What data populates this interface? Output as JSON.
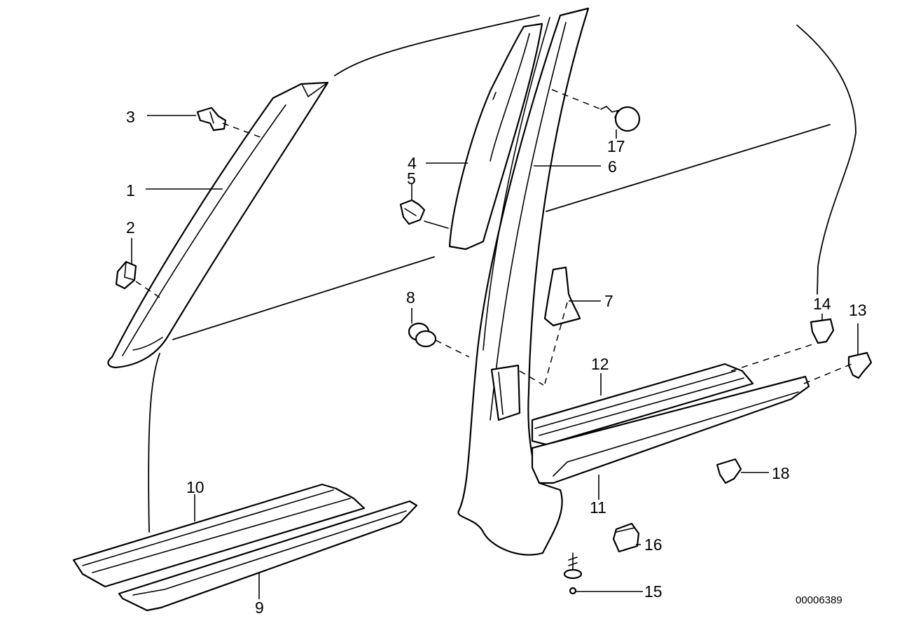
{
  "callouts": [
    "1",
    "2",
    "3",
    "4",
    "5",
    "6",
    "7",
    "8",
    "9",
    "10",
    "11",
    "12",
    "13",
    "14",
    "15",
    "16",
    "17",
    "18"
  ],
  "catalog_number": "00006389",
  "colors": {
    "line": "#000000",
    "background": "#ffffff"
  }
}
